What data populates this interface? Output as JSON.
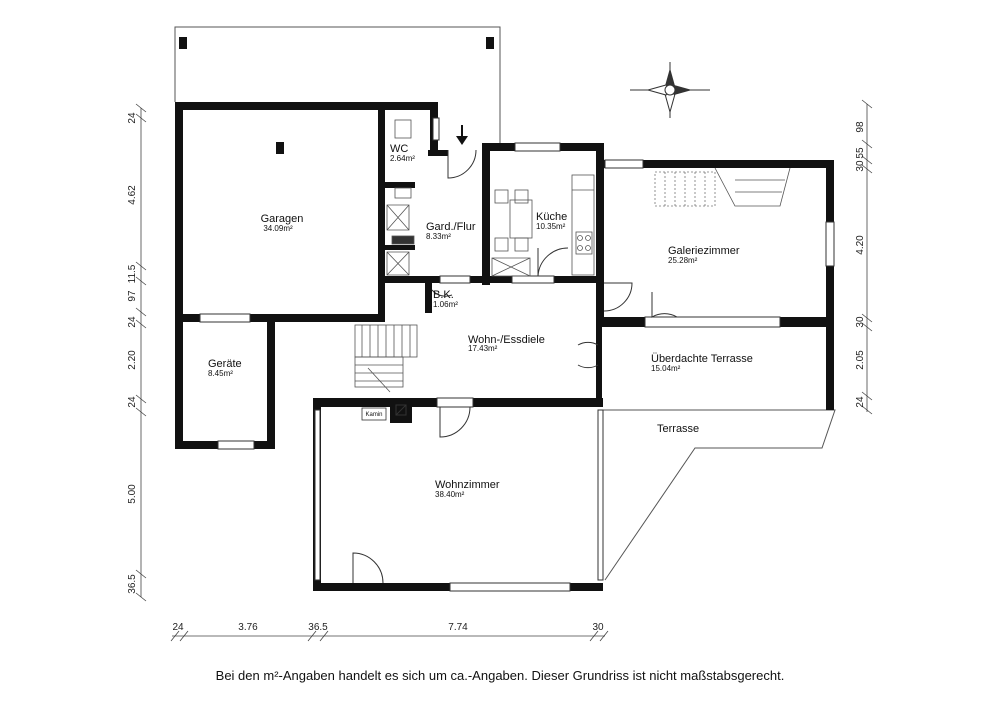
{
  "rooms": {
    "garage": {
      "name": "Garagen",
      "area": "34.09m²"
    },
    "wc": {
      "name": "WC",
      "area": "2.64m²"
    },
    "hall": {
      "name": "Gard./Flur",
      "area": "8.33m²"
    },
    "kitchen": {
      "name": "Küche",
      "area": "10.35m²"
    },
    "gallery": {
      "name": "Galeriezimmer",
      "area": "25.28m²"
    },
    "bk": {
      "name": "B.K.",
      "area": "1.06m²"
    },
    "dining": {
      "name": "Wohn-/Essdiele",
      "area": "17.43m²"
    },
    "tools": {
      "name": "Geräte",
      "area": "8.45m²"
    },
    "covered_terrace": {
      "name": "Überdachte Terrasse",
      "area": "15.04m²"
    },
    "terrace": {
      "name": "Terrasse"
    },
    "living": {
      "name": "Wohnzimmer",
      "area": "38.40m²"
    },
    "fireplace": {
      "name": "Kamin"
    }
  },
  "dimensions": {
    "left": [
      "24",
      "4.62",
      "24",
      "97",
      "11.5",
      "24",
      "2.20",
      "24",
      "5.00",
      "36.5"
    ],
    "right": [
      "98",
      "55",
      "30",
      "4.20",
      "30",
      "2.05",
      "24"
    ],
    "bottom": [
      "24",
      "3.76",
      "36.5",
      "7.74",
      "30"
    ]
  },
  "icons": {
    "compass": "compass-rose-icon",
    "entrance": "entrance-arrow-icon"
  },
  "disclaimer": "Bei den m²-Angaben handelt es sich um ca.-Angaben. Dieser Grundriss ist nicht maßstabsgerecht."
}
